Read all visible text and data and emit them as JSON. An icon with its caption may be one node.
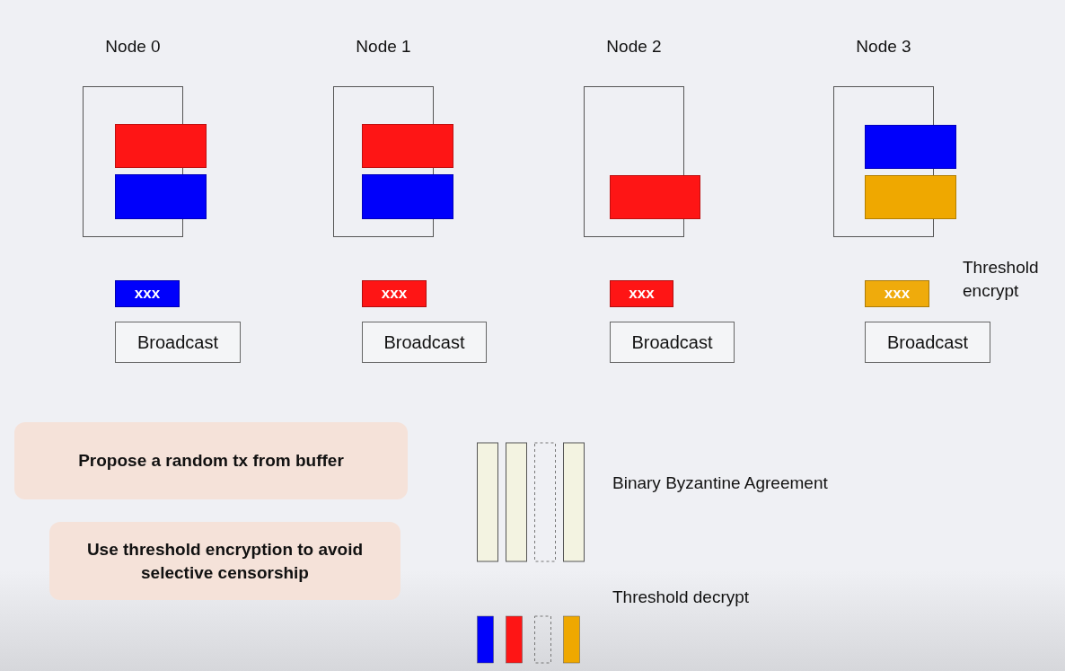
{
  "diagram": {
    "nodes": [
      {
        "text": [
          "Node 0"
        ]
      },
      {
        "text": [],
        "shape": "bar"
      },
      {
        "text": [],
        "shape": "bar"
      },
      {
        "text": [
          "Node 1"
        ]
      },
      {
        "text": [],
        "shape": "bar"
      },
      {
        "text": [],
        "shape": "bar"
      },
      {
        "text": [
          "Node 2"
        ]
      },
      {
        "text": [],
        "shape": "bar"
      },
      {
        "text": [
          "Node 3"
        ]
      },
      {
        "text": [],
        "shape": "bar"
      },
      {
        "text": [],
        "shape": "bar"
      },
      {
        "text": [
          "xxx"
        ]
      },
      {
        "text": [
          "Broadcast"
        ]
      },
      {
        "text": [
          "xxx"
        ]
      },
      {
        "text": [
          "Broadcast"
        ]
      },
      {
        "text": [
          "xxx"
        ]
      },
      {
        "text": [
          "Broadcast"
        ]
      },
      {
        "text": [
          "xxx"
        ]
      },
      {
        "text": [
          "Broadcast"
        ]
      },
      {
        "text": [
          "Propose a random tx from buffer"
        ]
      },
      {
        "text": [
          "Use threshold encryption to avoid selective censorship"
        ]
      }
    ],
    "labels": [
      "Threshold encrypt",
      "Binary Byzantine Agreement",
      "Threshold decrypt"
    ]
  }
}
